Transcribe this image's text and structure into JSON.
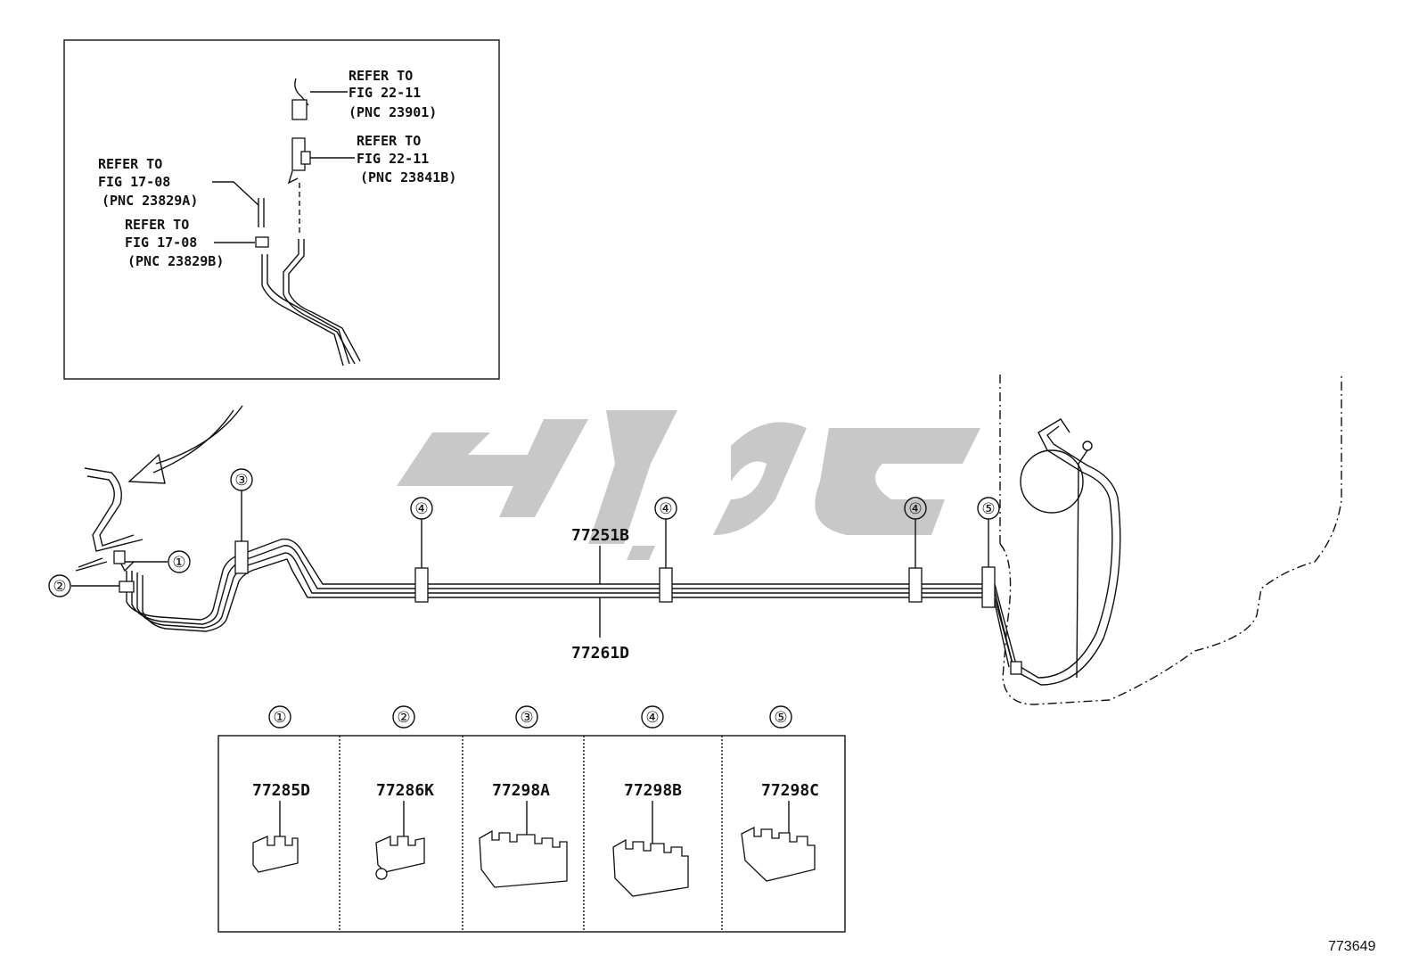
{
  "inset": {
    "ref1": {
      "line1": "REFER TO",
      "line2": "FIG 22-11",
      "line3": "(PNC 23901)"
    },
    "ref2": {
      "line1": "REFER TO",
      "line2": "FIG 22-11",
      "line3": "(PNC 23841B)"
    },
    "ref3": {
      "line1": "REFER TO",
      "line2": "FIG 17-08",
      "line3": "(PNC 23829A)"
    },
    "ref4": {
      "line1": "REFER TO",
      "line2": "FIG 17-08",
      "line3": "(PNC 23829B)"
    }
  },
  "main": {
    "part_upper": "77251B",
    "part_lower": "77261D",
    "callouts": [
      "①",
      "②",
      "③",
      "④",
      "④",
      "④",
      "⑤"
    ]
  },
  "clamp_table": {
    "columns": [
      {
        "num": "①",
        "part": "77285D"
      },
      {
        "num": "②",
        "part": "77286K"
      },
      {
        "num": "③",
        "part": "77298A"
      },
      {
        "num": "④",
        "part": "77298B"
      },
      {
        "num": "⑤",
        "part": "77298C"
      }
    ]
  },
  "figure_number": "773649",
  "watermark_color": "#c8c8c8"
}
